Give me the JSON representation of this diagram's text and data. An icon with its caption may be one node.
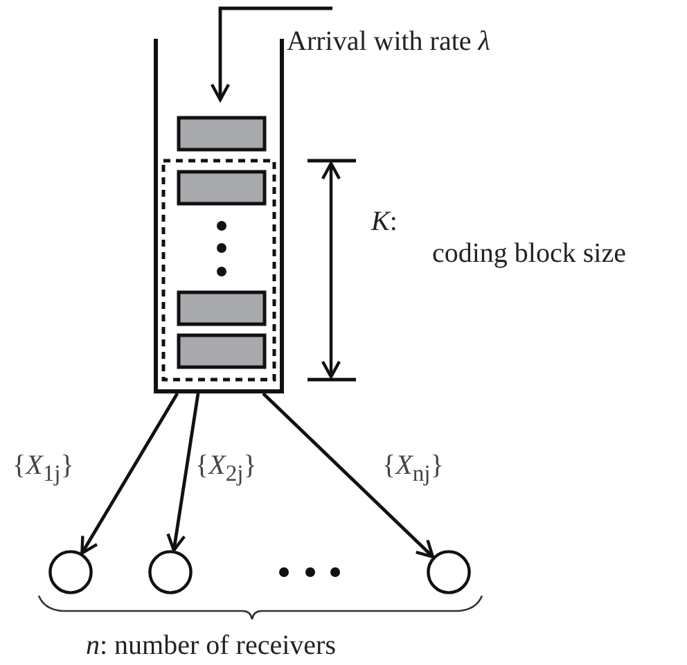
{
  "diagram": {
    "nodes": [
      {
        "text": [],
        "shape": "box"
      },
      {
        "text": [],
        "shape": "circle"
      },
      {
        "text": [],
        "shape": "circle"
      },
      {
        "text": [],
        "shape": "circle"
      }
    ],
    "edges": [
      {
        "from": null,
        "to": 0,
        "arrow": "to",
        "label": "Arrival with rate *λ*"
      },
      {
        "from": 0,
        "to": 1,
        "arrow": "to",
        "label": "{*X*$_{1j}$}"
      },
      {
        "from": 0,
        "to": 2,
        "arrow": "to",
        "label": "{*X*$_{2j}$}"
      },
      {
        "from": 0,
        "to": 3,
        "arrow": "to",
        "label": "{*X*$_{nj}$}"
      }
    ],
    "labels": [
      "*K*:",
      "coding block size",
      "*n*: number of receivers"
    ]
  }
}
